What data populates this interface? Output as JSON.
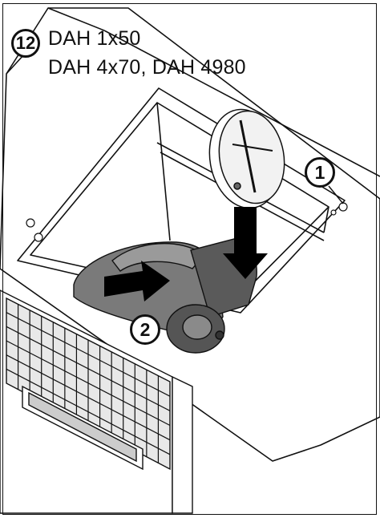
{
  "step": {
    "number": "12",
    "line1": "DAH 1x50",
    "line2": "DAH 4x70, DAH 4980"
  },
  "callouts": [
    {
      "label": "1",
      "target": "fixing-screw"
    },
    {
      "label": "2",
      "target": "blower-motor"
    }
  ],
  "colors": {
    "line": "#111111",
    "arrow": "#000000",
    "motor_dark": "#555555",
    "motor_mid": "#777777",
    "motor_light": "#9a9a9a",
    "background": "#ffffff"
  }
}
